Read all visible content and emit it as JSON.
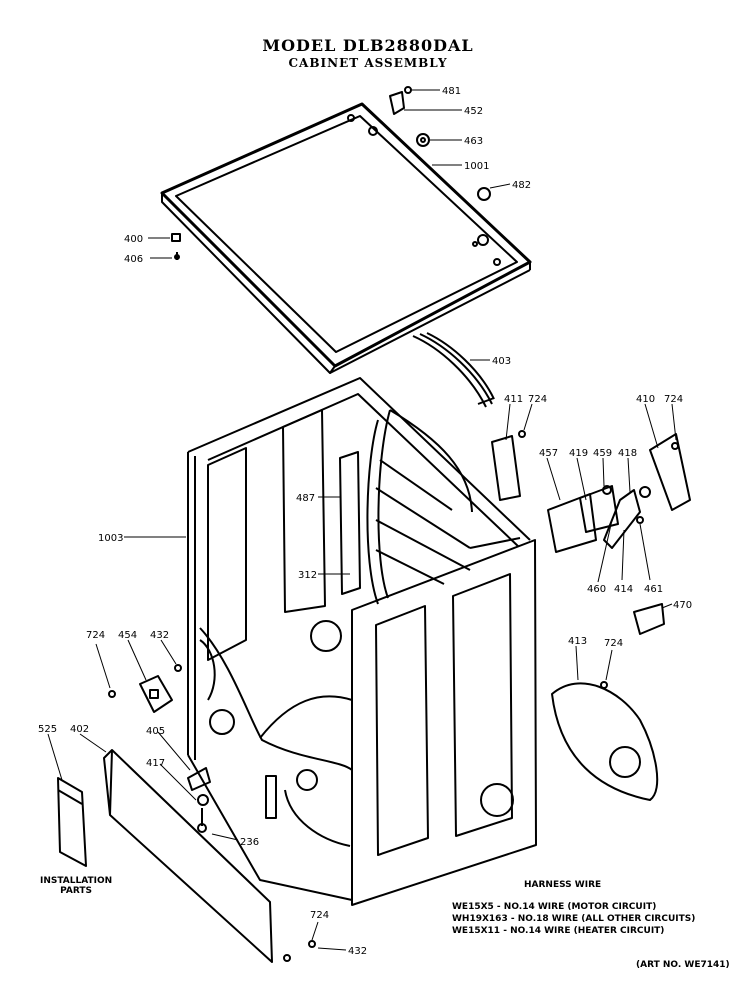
{
  "title": "MODEL DLB2880DAL",
  "subtitle": "CABINET ASSEMBLY",
  "parts": [
    {
      "id": "p481",
      "text": "481"
    },
    {
      "id": "p452",
      "text": "452"
    },
    {
      "id": "p463",
      "text": "463"
    },
    {
      "id": "p1001",
      "text": "1001"
    },
    {
      "id": "p482",
      "text": "482"
    },
    {
      "id": "p400",
      "text": "400"
    },
    {
      "id": "p406",
      "text": "406"
    },
    {
      "id": "p403",
      "text": "403"
    },
    {
      "id": "p411",
      "text": "411"
    },
    {
      "id": "p724a",
      "text": "724"
    },
    {
      "id": "p410",
      "text": "410"
    },
    {
      "id": "p724b",
      "text": "724"
    },
    {
      "id": "p457",
      "text": "457"
    },
    {
      "id": "p419",
      "text": "419"
    },
    {
      "id": "p459",
      "text": "459"
    },
    {
      "id": "p418",
      "text": "418"
    },
    {
      "id": "p487",
      "text": "487"
    },
    {
      "id": "p1003",
      "text": "1003"
    },
    {
      "id": "p312",
      "text": "312"
    },
    {
      "id": "p460",
      "text": "460"
    },
    {
      "id": "p414",
      "text": "414"
    },
    {
      "id": "p461",
      "text": "461"
    },
    {
      "id": "p470",
      "text": "470"
    },
    {
      "id": "p724c",
      "text": "724"
    },
    {
      "id": "p454",
      "text": "454"
    },
    {
      "id": "p432a",
      "text": "432"
    },
    {
      "id": "p413",
      "text": "413"
    },
    {
      "id": "p724d",
      "text": "724"
    },
    {
      "id": "p525",
      "text": "525"
    },
    {
      "id": "p402",
      "text": "402"
    },
    {
      "id": "p405",
      "text": "405"
    },
    {
      "id": "p417",
      "text": "417"
    },
    {
      "id": "p236",
      "text": "236"
    },
    {
      "id": "p724e",
      "text": "724"
    },
    {
      "id": "p432b",
      "text": "432"
    }
  ],
  "installation_parts": [
    "INSTALLATION",
    "PARTS"
  ],
  "harness": {
    "title": "HARNESS WIRE",
    "lines": [
      "WE15X5 - NO.14 WIRE (MOTOR CIRCUIT)",
      "WH19X163 - NO.18 WIRE (ALL OTHER CIRCUITS)",
      "WE15X11 - NO.14 WIRE (HEATER CIRCUIT)"
    ]
  },
  "art_no": "(ART NO. WE7141)"
}
